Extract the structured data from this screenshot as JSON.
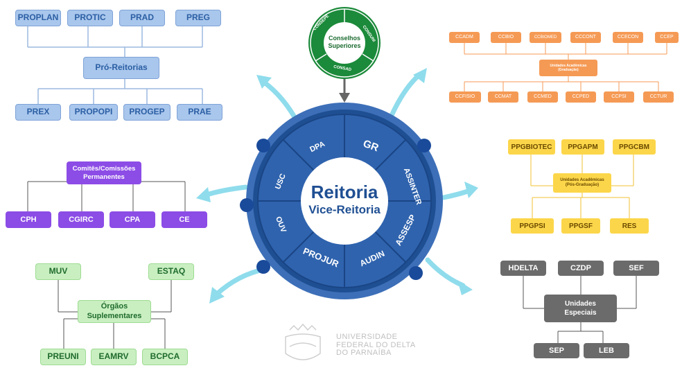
{
  "center": {
    "title": "Reitoria",
    "subtitle": "Vice-Reitoria",
    "segments": [
      "DPA",
      "GR",
      "ASSINTER",
      "ASSESP",
      "AUDIN",
      "PROJUR",
      "OUV",
      "USC"
    ]
  },
  "conselhos": {
    "title_line1": "Conselhos",
    "title_line2": "Superiores",
    "ring": [
      "CONSEPE",
      "CONSUNI",
      "CONSAD"
    ]
  },
  "pro_reitorias": {
    "hub": "Pró-Reitorias",
    "top": [
      "PROPLAN",
      "PROTIC",
      "PRAD",
      "PREG"
    ],
    "bottom": [
      "PREX",
      "PROPOPI",
      "PROGEP",
      "PRAE"
    ]
  },
  "unidades_graduacao": {
    "hub_line1": "Unidades Acadêmicas",
    "hub_line2": "(Graduação)",
    "top": [
      "CCADM",
      "CCBIO",
      "CCBIOMED",
      "CCCONT",
      "CCECON",
      "CCEP"
    ],
    "bottom": [
      "CCFISIO",
      "CCMAT",
      "CCMED",
      "CCPED",
      "CCPSI",
      "CCTUR"
    ]
  },
  "comites": {
    "hub_line1": "Comitês/Comissões",
    "hub_line2": "Permanentes",
    "items": [
      "CPH",
      "CGIRC",
      "CPA",
      "CE"
    ]
  },
  "unidades_pos": {
    "hub_line1": "Unidades Acadêmicas",
    "hub_line2": "(Pós-Graduação)",
    "top": [
      "PPGBIOTEC",
      "PPGAPM",
      "PPGCBM"
    ],
    "bottom": [
      "PPGPSI",
      "PPGSF",
      "RES"
    ]
  },
  "orgaos": {
    "hub_line1": "Órgãos",
    "hub_line2": "Suplementares",
    "top": [
      "MUV",
      "ESTAQ"
    ],
    "bottom": [
      "PREUNI",
      "EAMRV",
      "BCPCA"
    ]
  },
  "especiais": {
    "hub_line1": "Unidades",
    "hub_line2": "Especiais",
    "top": [
      "HDELTA",
      "CZDP",
      "SEF"
    ],
    "bottom": [
      "SEP",
      "LEB"
    ]
  },
  "logo": {
    "line1": "UNIVERSIDADE",
    "line2": "FEDERAL DO DELTA",
    "line3": "DO PARNAÍBA"
  },
  "colors": {
    "center_dark": "#1f4f93",
    "center_mid": "#2f63ae",
    "ring_outer": "#3d6fb8",
    "arrow": "#8fdcec",
    "blue_box": "#a9c6ec",
    "orange_box": "#f59a55",
    "yellow_box": "#fcd64a",
    "purple_box": "#8c4ce6",
    "green_box": "#c9efc1",
    "grey_box": "#6b6b6b",
    "conselhos_green": "#1b8a3a"
  }
}
